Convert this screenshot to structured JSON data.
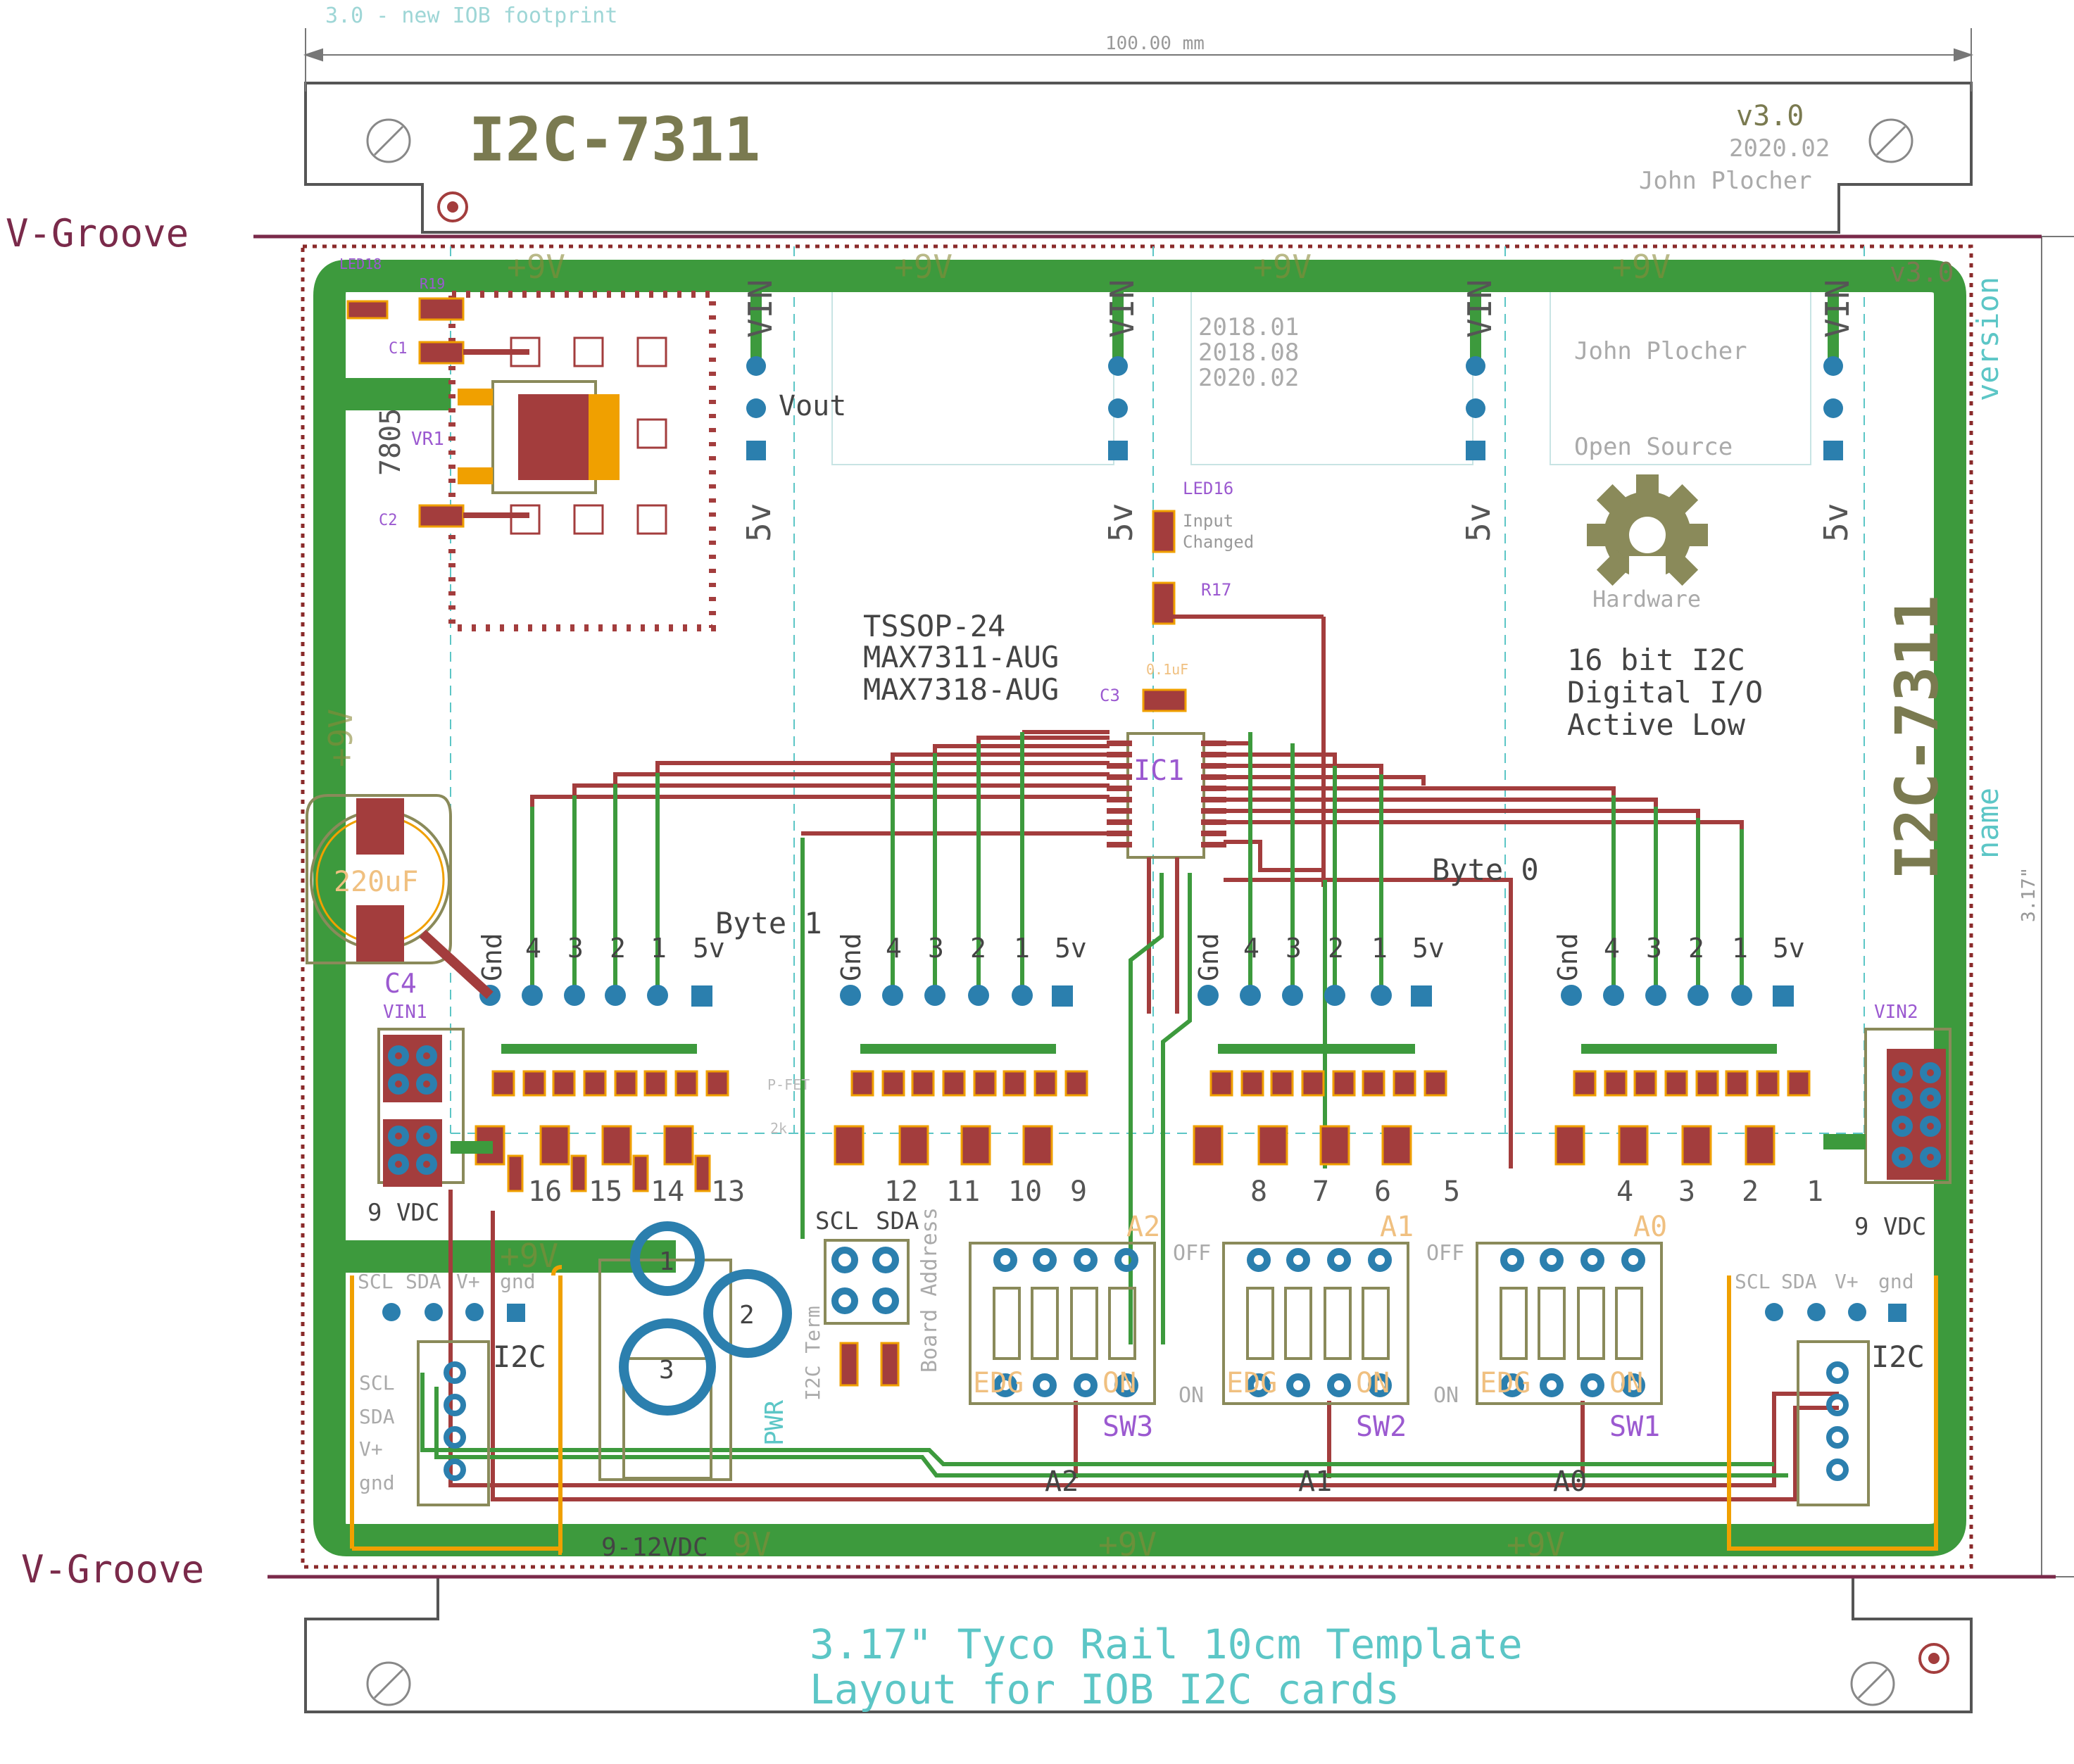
{
  "colors": {
    "trace_top": "#a33d3d",
    "trace_bottom": "#3d9a3d",
    "outline": "#8a8a5a",
    "cyan": "#5cc6c6",
    "copper": "#e8b85a",
    "pad": "#2b7fae",
    "vgroove": "#7a2a4a",
    "smd_pad": "#a33d3d",
    "silk_purple": "#9b59d0",
    "orange": "#f0a000"
  },
  "header": {
    "rev_note": "3.0 - new IOB footprint",
    "width_dim": "100.00 mm",
    "height_dim": "3.17\"",
    "title": "I2C-7311",
    "version": "v3.0",
    "date": "2020.02",
    "author": "John Plocher"
  },
  "vgroove": {
    "top": "V-Groove",
    "bottom": "V-Groove"
  },
  "board": {
    "rail_labels": [
      "+9V",
      "+9V",
      "+9V",
      "+9V"
    ],
    "bottom_rail_labels": [
      "9V",
      "+9V",
      "+9V"
    ],
    "side_rail_label": "+9V",
    "rev_top": "v3.0",
    "side_version": "version",
    "side_name": "name",
    "side_height": "3.17\"",
    "big_name": "I2C-7311",
    "dates": [
      "2018.01",
      "2018.08",
      "2020.02"
    ],
    "author": "John Plocher",
    "license": "Open Source",
    "hardware": "Hardware",
    "desc": [
      "16 bit I2C",
      "Digital I/O",
      "Active Low"
    ],
    "chip_info": [
      "TSSOP-24",
      "MAX7311-AUG",
      "MAX7318-AUG"
    ],
    "ic_label": "IC1",
    "led16": "LED16",
    "led16_note": [
      "Input",
      "Changed"
    ],
    "r17": "R17",
    "c3": "C3",
    "cap_val": "0.1uF",
    "vin": "VIN",
    "vout": "Vout",
    "five_v": "5v",
    "gnd": "Gnd",
    "reg": "7805",
    "vr1": "VR1",
    "c1": "C1",
    "c2": "C2",
    "led018": "LED18",
    "r19": "R19",
    "c4": "C4",
    "cap220": "220uF",
    "vin1": "VIN1",
    "vin2": "VIN2",
    "nine_vdc": "9 VDC",
    "dc_jack": "9-12VDC",
    "byte1": "Byte 1",
    "byte0": "Byte 0",
    "pin_headers": [
      "4",
      "3",
      "2",
      "1",
      "5v"
    ],
    "channels_a": [
      "16",
      "15",
      "14",
      "13"
    ],
    "channels_b": [
      "12",
      "11",
      "10",
      "9"
    ],
    "channels_c": [
      "8",
      "7",
      "6",
      "5"
    ],
    "channels_d": [
      "4",
      "3",
      "2",
      "1"
    ],
    "scl": "SCL",
    "sda": "SDA",
    "i2c": "I2C",
    "i2c_term": "I2C Term",
    "pwr": "PWR",
    "board_address": "Board Address",
    "i2c_pins": [
      "SCL",
      "SDA",
      "V+",
      "gnd"
    ],
    "sw": [
      "SW3",
      "SW2",
      "SW1"
    ],
    "addr": [
      "A2",
      "A1",
      "A0"
    ],
    "sw_edge": "EDG",
    "on": "ON",
    "off": "OFF",
    "pfet": "P-FET",
    "two_k": "2k",
    "jack_pins": [
      "1",
      "2",
      "3"
    ]
  },
  "footer": {
    "line1": "3.17\" Tyco Rail 10cm Template",
    "line2": "Layout for IOB I2C cards"
  }
}
